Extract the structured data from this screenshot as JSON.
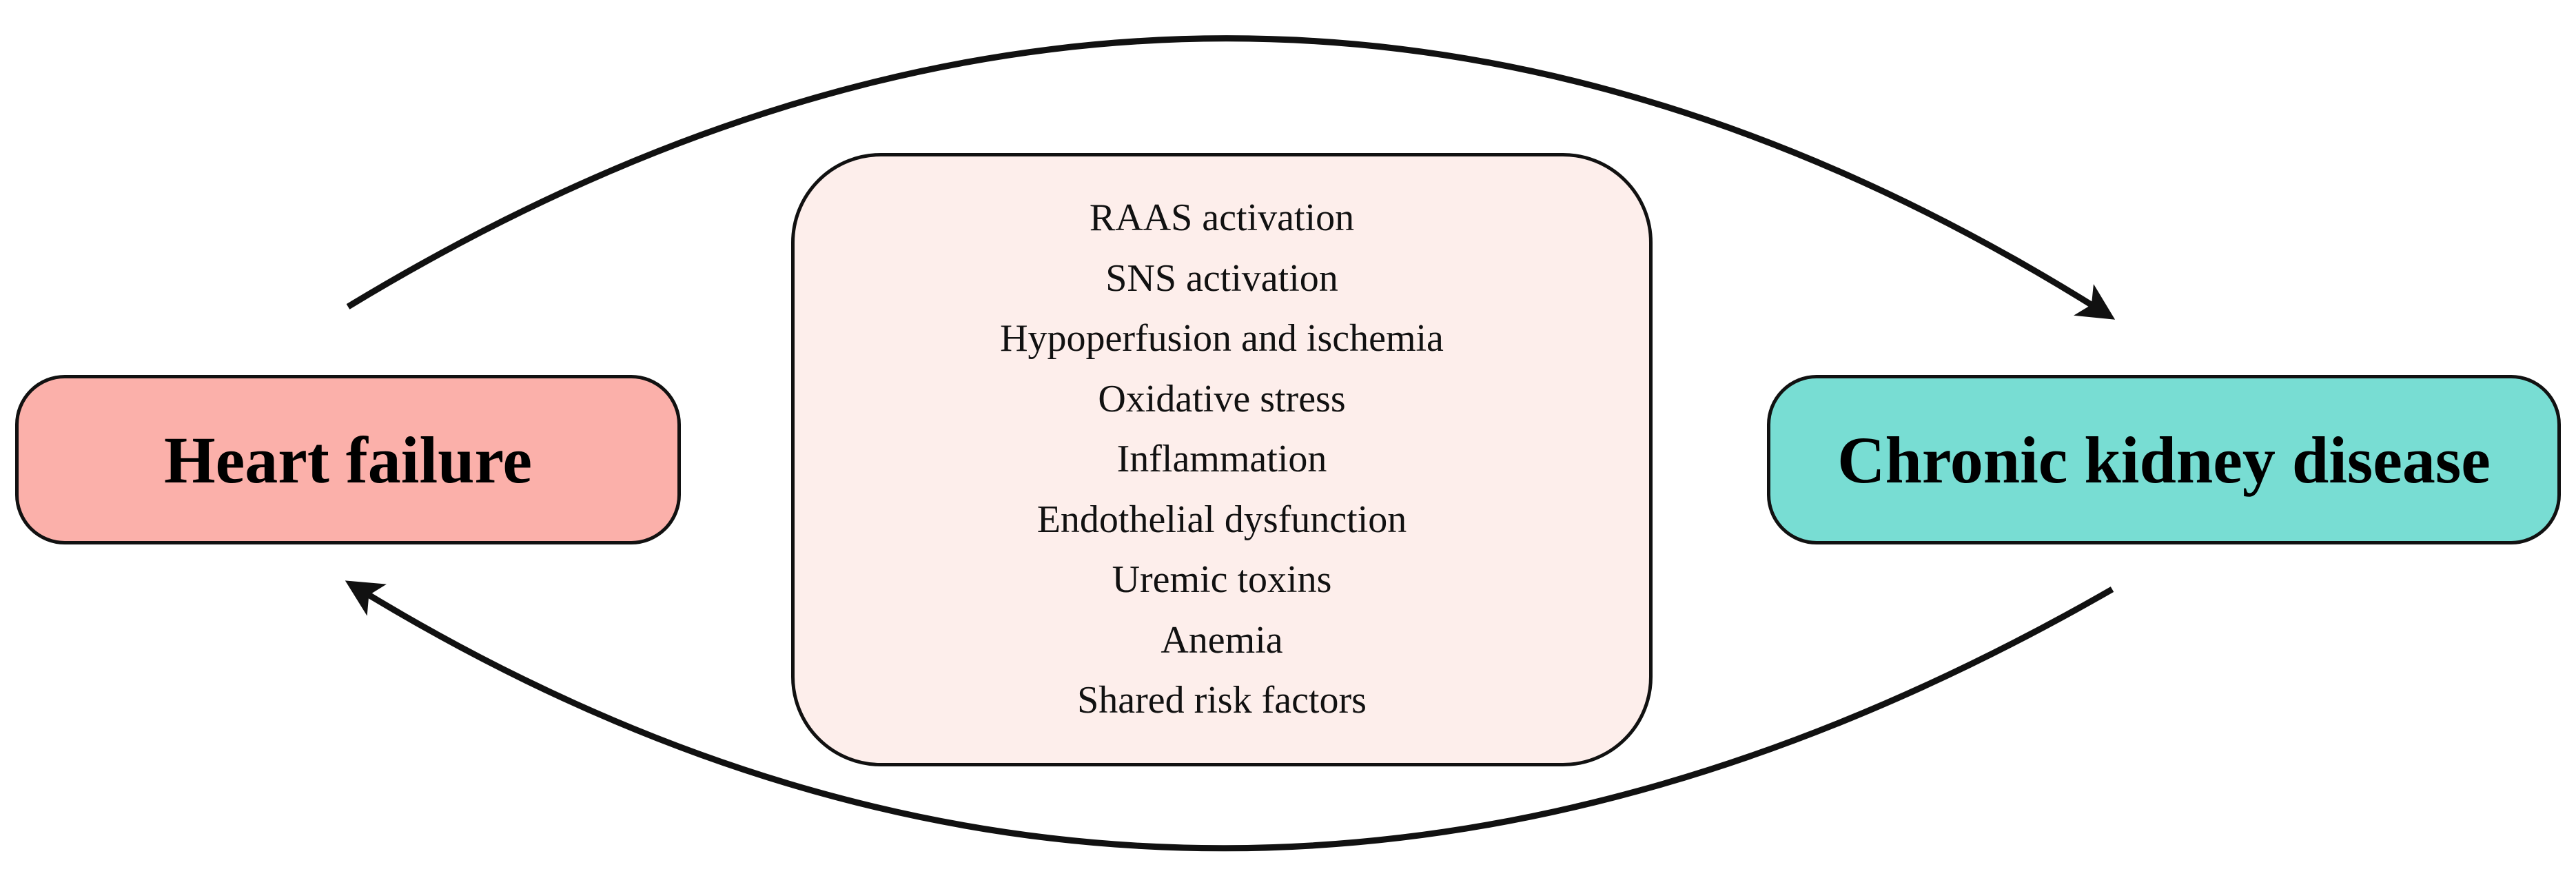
{
  "nodes": {
    "left": {
      "label": "Heart failure",
      "color": "#fbb0aa"
    },
    "right": {
      "label": "Chronic kidney disease",
      "color": "#78ddd3"
    }
  },
  "mechanisms": {
    "color": "#fdeeeb",
    "items": [
      "RAAS activation",
      "SNS activation",
      "Hypoperfusion and ischemia",
      "Oxidative stress",
      "Inflammation",
      "Endothelial dysfunction",
      "Uremic toxins",
      "Anemia",
      "Shared risk factors"
    ]
  },
  "arrows": [
    {
      "from": "Heart failure",
      "to": "Chronic kidney disease"
    },
    {
      "from": "Chronic kidney disease",
      "to": "Heart failure"
    }
  ]
}
